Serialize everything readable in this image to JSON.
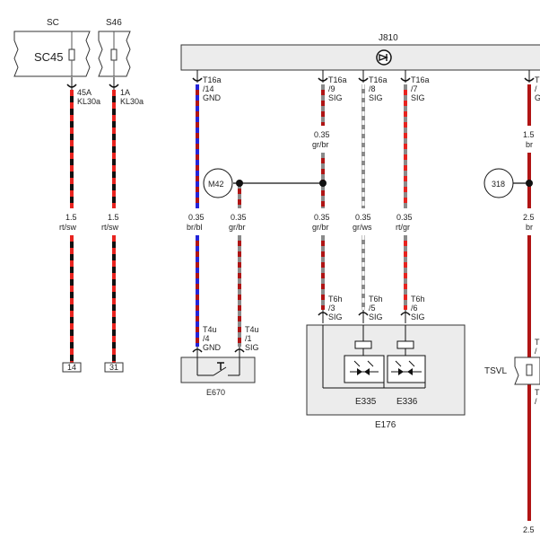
{
  "colors": {
    "red": "#e8231f",
    "black": "#111111",
    "blue": "#2424d8",
    "grey": "#8a8a8a",
    "white": "#ffffff",
    "dark_red": "#b01414",
    "box_fill": "#ececec",
    "stroke": "#333333"
  },
  "fuses": [
    {
      "id": "SC",
      "top_label": "SC",
      "box_label": "SC45",
      "pin": "45A",
      "pin_sub": "KL30a",
      "size": "1.5",
      "color_code": "rt/sw",
      "bottom_label": "14"
    },
    {
      "id": "S46",
      "top_label": "S46",
      "pin": "1A",
      "pin_sub": "KL30a",
      "size": "1.5",
      "color_code": "rt/sw",
      "bottom_label": "31"
    }
  ],
  "j810": {
    "label": "J810",
    "icon": "steering-wheel-icon"
  },
  "j810_pins": [
    {
      "id": "t16a-14",
      "conn": "T16a",
      "pin": "/14",
      "fn": "GND"
    },
    {
      "id": "t16a-9",
      "conn": "T16a",
      "pin": "/9",
      "fn": "SIG"
    },
    {
      "id": "t16a-8",
      "conn": "T16a",
      "pin": "/8",
      "fn": "SIG"
    },
    {
      "id": "t16a-7",
      "conn": "T16a",
      "pin": "/7",
      "fn": "SIG"
    },
    {
      "id": "t16a-edge",
      "conn": "T",
      "pin": "/",
      "fn": "G"
    }
  ],
  "wire_labels": [
    {
      "id": "w9-upper",
      "size": "0.35",
      "code": "gr/br"
    },
    {
      "id": "w14",
      "size": "0.35",
      "code": "br/bl"
    },
    {
      "id": "w-e670",
      "size": "0.35",
      "code": "gr/br"
    },
    {
      "id": "w9-lower",
      "size": "0.35",
      "code": "gr/br"
    },
    {
      "id": "w8",
      "size": "0.35",
      "code": "gr/ws"
    },
    {
      "id": "w7",
      "size": "0.35",
      "code": "rt/gr"
    },
    {
      "id": "w-edge-upper",
      "size": "1.5",
      "code": "br"
    },
    {
      "id": "w-edge-mid",
      "size": "2.5",
      "code": "br"
    },
    {
      "id": "w-edge-bottom",
      "size": "2.5"
    }
  ],
  "junctions": [
    {
      "id": "m42",
      "label": "M42"
    },
    {
      "id": "318",
      "label": "318"
    }
  ],
  "e670": {
    "label": "E670",
    "pins": [
      {
        "conn": "T4u",
        "pin": "/4",
        "fn": "GND"
      },
      {
        "conn": "T4u",
        "pin": "/1",
        "fn": "SIG"
      }
    ]
  },
  "e176": {
    "label": "E176",
    "pins": [
      {
        "conn": "T6h",
        "pin": "/3",
        "fn": "SIG"
      },
      {
        "conn": "T6h",
        "pin": "/5",
        "fn": "SIG"
      },
      {
        "conn": "T6h",
        "pin": "/6",
        "fn": "SIG"
      }
    ],
    "switches": [
      {
        "label": "E335"
      },
      {
        "label": "E336"
      }
    ]
  },
  "tsvl": {
    "label": "TSVL",
    "pin_conn": "T",
    "pin_text": "/"
  }
}
